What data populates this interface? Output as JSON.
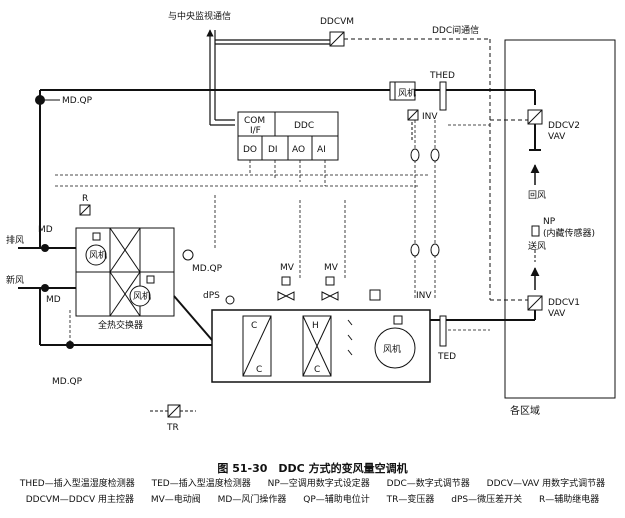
{
  "labels": {
    "central": "与中央监视通信",
    "ddcvm": "DDCVM",
    "ddc_comm": "DDC间通信",
    "thed": "THED",
    "ted": "TED",
    "ddcv2": "DDCV2",
    "ddcv1": "DDCV1",
    "vav": "VAV",
    "return_air": "回风",
    "np": "NP",
    "np_note": "(内藏传感器)",
    "supply_air": "送风",
    "zones": "各区域",
    "exhaust": "排风",
    "fresh": "新风",
    "md": "MD",
    "mdqp": "MD.QP",
    "r": "R",
    "fan": "风机",
    "hx": "全热交换器",
    "com": "COM",
    "if": "I/F",
    "ddc": "DDC",
    "do": "DO",
    "di": "DI",
    "ao": "AO",
    "ai": "AI",
    "inv": "INV",
    "mv": "MV",
    "dps": "dPS",
    "coil_c": "C",
    "coil_h": "H",
    "tr": "TR"
  },
  "caption": {
    "title": "图 51-30　DDC 方式的变风量空调机",
    "legend_line1": [
      "THED—插入型温湿度检测器",
      "TED—插入型温度检测器",
      "NP—空调用数字式设定器",
      "DDC—数字式调节器",
      "DDCV—VAV 用数字式调节器"
    ],
    "legend_line2": [
      "DDCVM—DDCV 用主控器",
      "MV—电动阀",
      "MD—风门操作器",
      "QP—辅助电位计",
      "TR—变压器",
      "dPS—微压差开关",
      "R—辅助继电器"
    ]
  }
}
